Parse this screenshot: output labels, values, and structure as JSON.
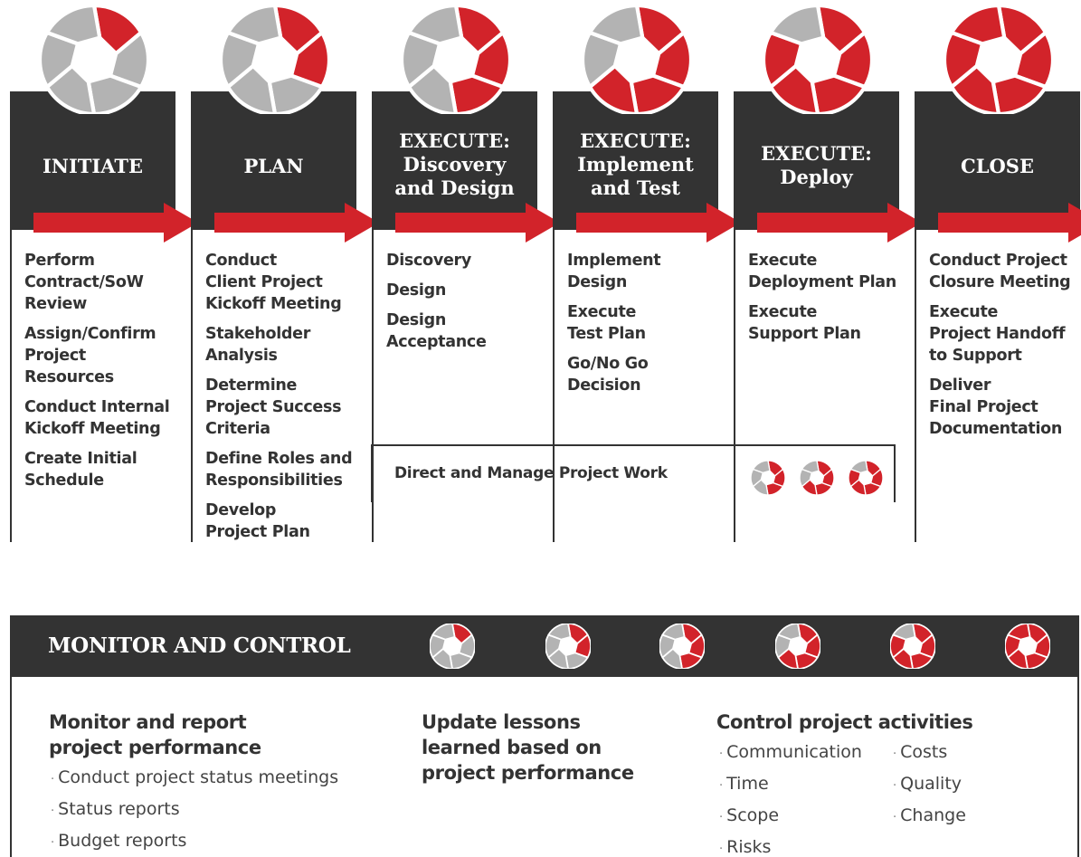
{
  "colors": {
    "dark": "#333333",
    "red": "#d2232a",
    "gray": "#b3b3b3",
    "white": "#ffffff"
  },
  "phases": [
    {
      "title_lines": [
        "INITIATE"
      ],
      "red_blades": 1,
      "items": [
        "Perform\nContract/SoW\nReview",
        "Assign/Confirm\nProject\nResources",
        "Conduct Internal\nKickoff Meeting",
        "Create Initial\nSchedule"
      ]
    },
    {
      "title_lines": [
        "PLAN"
      ],
      "red_blades": 2,
      "items": [
        "Conduct\nClient Project\nKickoff Meeting",
        "Stakeholder\nAnalysis",
        "Determine\nProject Success\nCriteria",
        "Define Roles and\nResponsibilities",
        "Develop\nProject Plan"
      ]
    },
    {
      "title_lines": [
        "EXECUTE:",
        "Discovery",
        "and Design"
      ],
      "red_blades": 3,
      "items": [
        "Discovery",
        "Design",
        "Design\nAcceptance"
      ]
    },
    {
      "title_lines": [
        "EXECUTE:",
        "Implement",
        "and Test"
      ],
      "red_blades": 4,
      "items": [
        "Implement\nDesign",
        "Execute\nTest Plan",
        "Go/No Go\nDecision"
      ]
    },
    {
      "title_lines": [
        "EXECUTE:",
        "Deploy"
      ],
      "red_blades": 5,
      "items": [
        "Execute\nDeployment Plan",
        "Execute\nSupport Plan"
      ]
    },
    {
      "title_lines": [
        "CLOSE"
      ],
      "red_blades": 6,
      "items": [
        "Conduct Project\nClosure Meeting",
        "Execute\nProject Handoff\nto Support",
        "Deliver\nFinal Project\nDocumentation"
      ]
    }
  ],
  "direct": {
    "label": "Direct and Manage Project Work",
    "icons": [
      3,
      4,
      5
    ]
  },
  "monitor": {
    "title": "MONITOR AND CONTROL",
    "icons": [
      1,
      2,
      3,
      4,
      5,
      6
    ],
    "col1": {
      "heading": "Monitor and report\nproject performance",
      "bullets": [
        "Conduct project status meetings",
        "Status reports",
        "Budget reports"
      ]
    },
    "col2": {
      "heading": "Update lessons\nlearned based on\nproject performance"
    },
    "col3": {
      "heading": "Control project activities",
      "bullets_a": [
        "Communication",
        "Time",
        "Scope",
        "Risks"
      ],
      "bullets_b": [
        "Costs",
        "Quality",
        "Change"
      ]
    }
  }
}
